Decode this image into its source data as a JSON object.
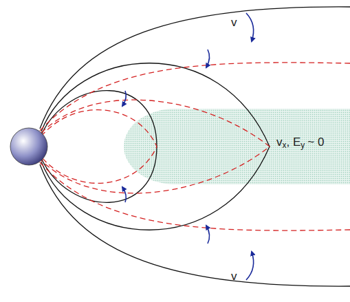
{
  "diagram": {
    "labels": [
      "v",
      "v",
      "v",
      "x",
      ", E",
      "y",
      "~ 0"
    ]
  }
}
